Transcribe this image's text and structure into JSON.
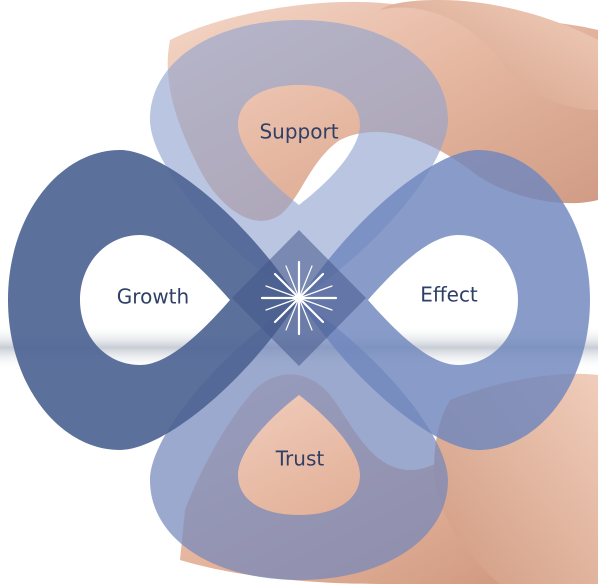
{
  "diagram": {
    "labels": {
      "top": "Support",
      "left": "Growth",
      "right": "Effect",
      "bottom": "Trust"
    },
    "center_symbol": "sparkle-star",
    "colors": {
      "left_ring": "#4e6494",
      "right_ring": "#6f86bd",
      "top_ring": "#8fa3cf",
      "bottom_ring": "#7488bb",
      "label_text": "#2f3f66",
      "skin": "#e7b9a0"
    }
  }
}
